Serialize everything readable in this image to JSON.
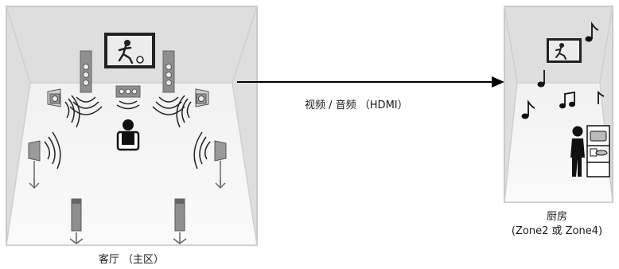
{
  "diagram": {
    "main_zone_label": "客厅 （主区）",
    "connection_label": "视频 / 音频 （HDMI）",
    "kitchen_label_line1": "厨房",
    "kitchen_label_line2": "(Zone2 或 Zone4)"
  },
  "colors": {
    "room_wall": "#dcdcdc",
    "room_floor": "#f4f4f4",
    "room_border": "#c7c7c7",
    "speaker": "#8c8c8c",
    "speaker_dark": "#555555",
    "figure": "#111111",
    "arrow": "#000000"
  },
  "icons": [
    "tv-icon",
    "speaker-icon",
    "subwoofer-icon",
    "person-icon",
    "music-note-icon",
    "sink-icon"
  ]
}
